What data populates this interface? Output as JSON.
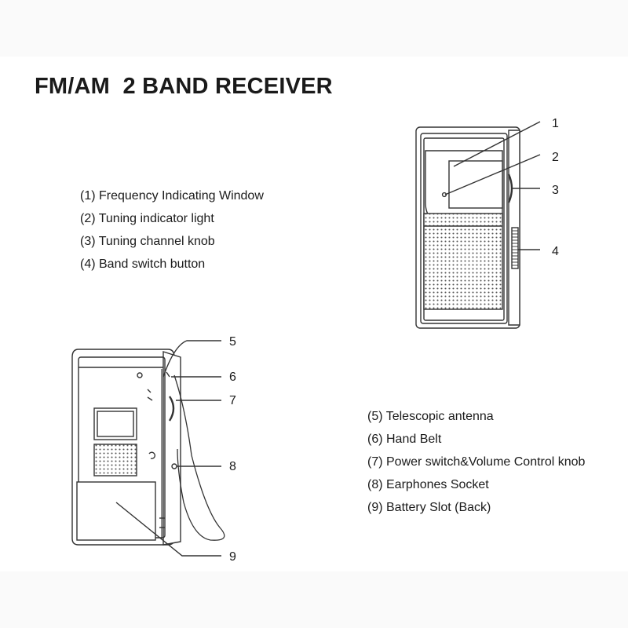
{
  "title": "FM/AM  2 BAND RECEIVER",
  "legend_top": [
    "(1) Frequency Indicating Window",
    "(2) Tuning indicator light",
    "(3) Tuning channel knob",
    "(4) Band switch button"
  ],
  "legend_bottom": [
    "(5) Telescopic antenna",
    "(6) Hand Belt",
    "(7) Power switch&Volume Control knob",
    "(8) Earphones Socket",
    "(9) Battery Slot (Back)"
  ],
  "callouts": [
    "1",
    "2",
    "3",
    "4",
    "5",
    "6",
    "7",
    "8",
    "9"
  ]
}
